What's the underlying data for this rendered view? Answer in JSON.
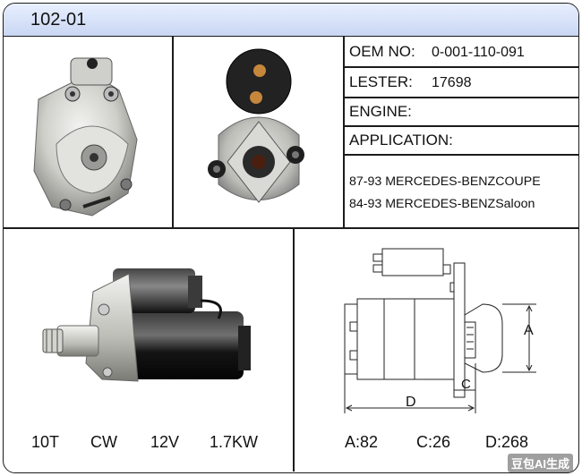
{
  "header": {
    "part_number": "102-01"
  },
  "info": {
    "oem_label": "OEM NO:",
    "oem_value": "0-001-110-091",
    "lester_label": "LESTER:",
    "lester_value": "17698",
    "engine_label": "ENGINE:",
    "application_label": "APPLICATION:",
    "applications": [
      "87-93 MERCEDES-BENZCOUPE",
      "84-93 MERCEDES-BENZSaloon"
    ]
  },
  "specs": {
    "teeth": "10T",
    "rotation": "CW",
    "voltage": "12V",
    "power": "1.7KW"
  },
  "dimensions": {
    "a": "A:82",
    "c": "C:26",
    "d": "D:268",
    "label_a": "A",
    "label_c": "C",
    "label_d": "D"
  },
  "watermark": "豆包AI生成"
}
